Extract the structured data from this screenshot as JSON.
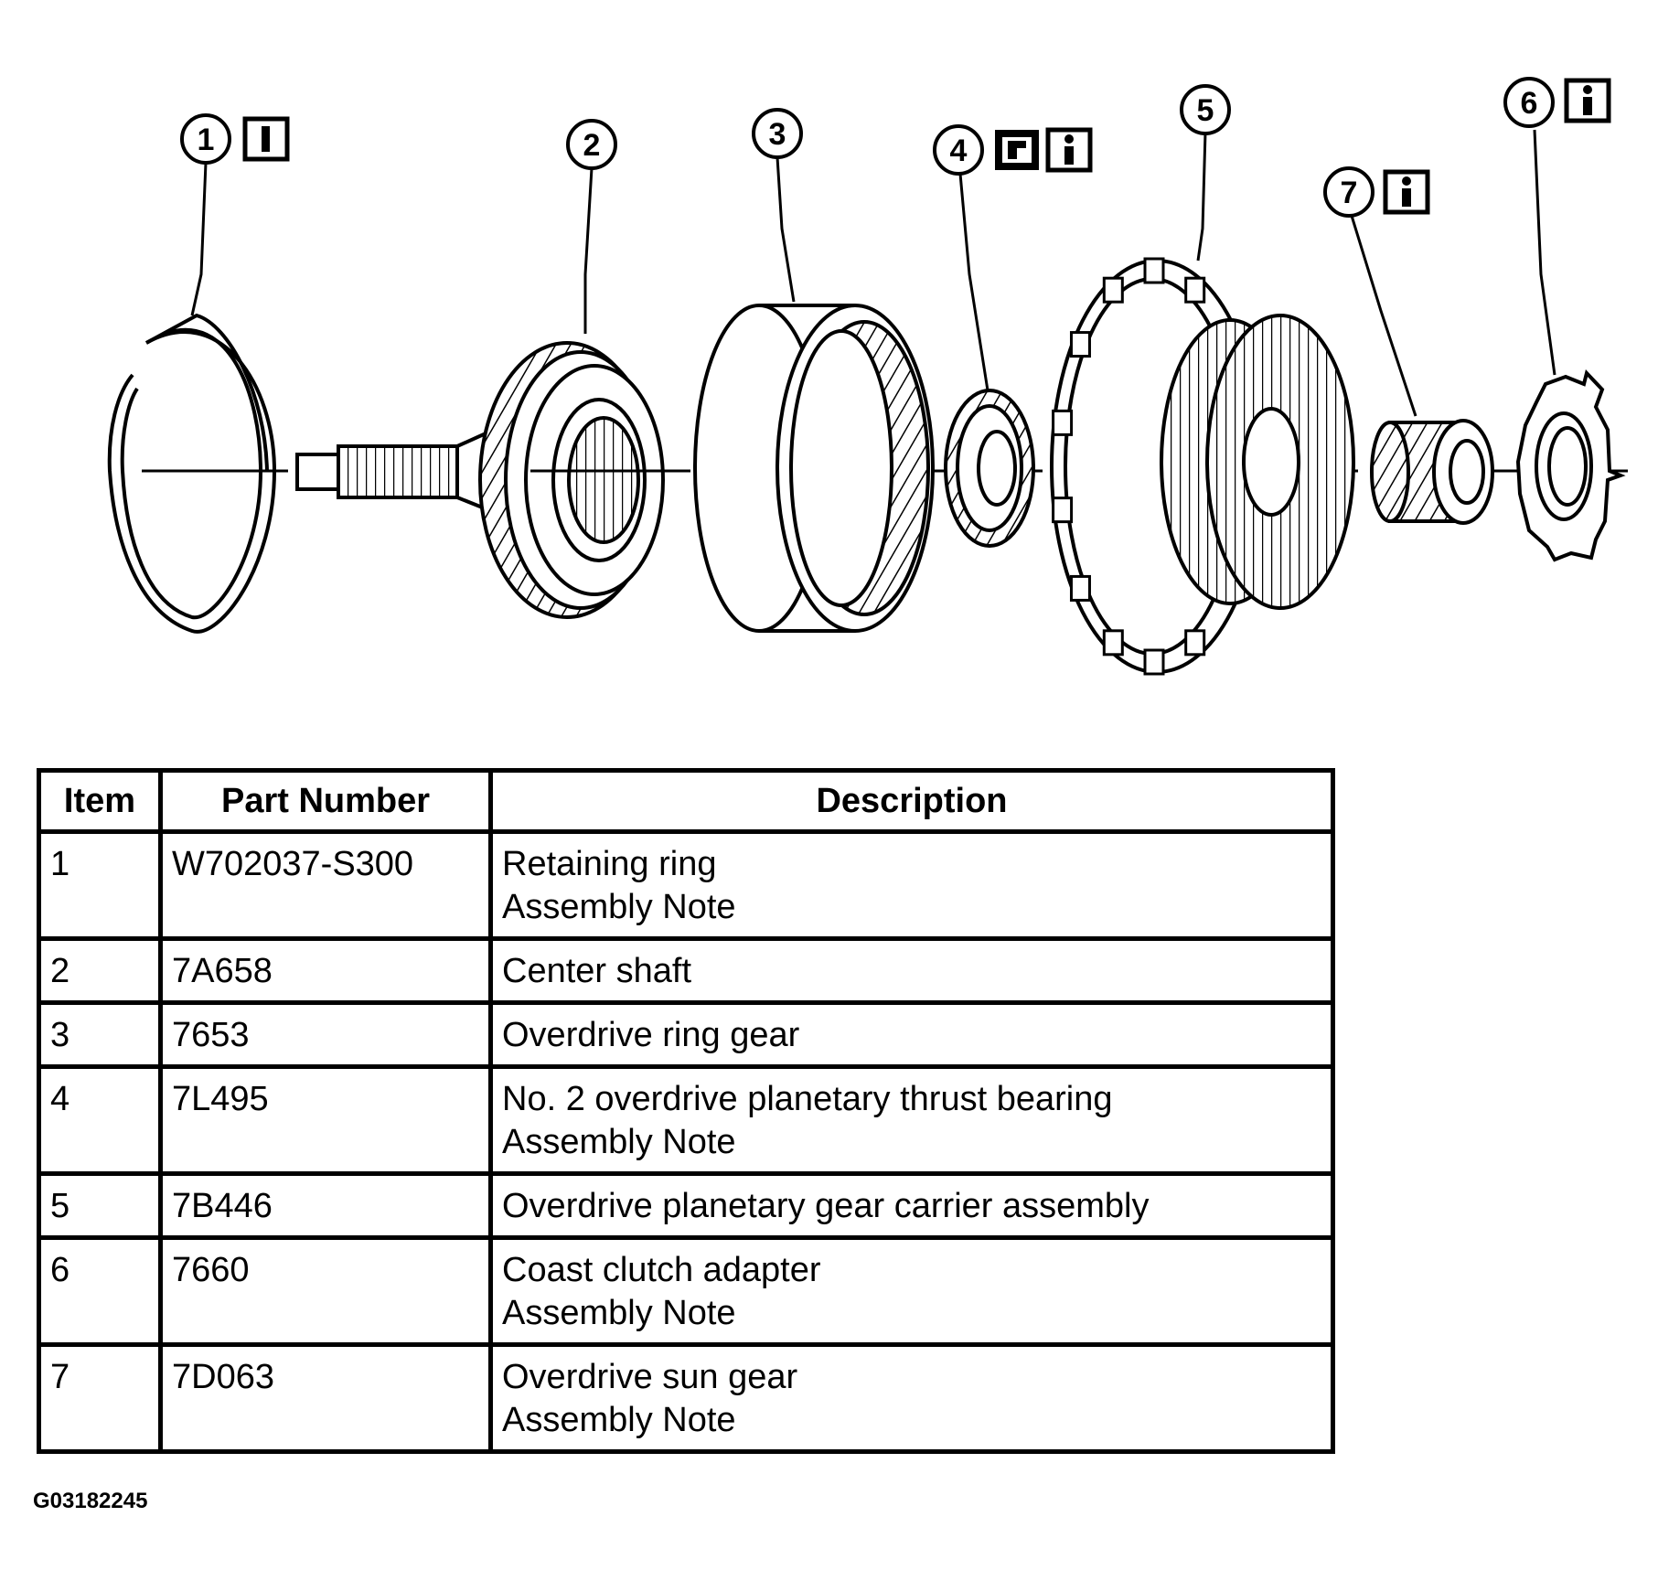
{
  "callouts": [
    "1",
    "2",
    "3",
    "4",
    "5",
    "6",
    "7"
  ],
  "icons": {
    "info": "info-icon",
    "special_tool": "special-tool-icon"
  },
  "table": {
    "headers": [
      "Item",
      "Part Number",
      "Description"
    ],
    "rows": [
      {
        "item": "1",
        "part_number": "W702037-S300",
        "description": "Retaining ring",
        "note": "Assembly Note"
      },
      {
        "item": "2",
        "part_number": "7A658",
        "description": "Center shaft",
        "note": ""
      },
      {
        "item": "3",
        "part_number": "7653",
        "description": "Overdrive ring gear",
        "note": ""
      },
      {
        "item": "4",
        "part_number": "7L495",
        "description": "No. 2 overdrive planetary thrust bearing",
        "note": "Assembly Note"
      },
      {
        "item": "5",
        "part_number": "7B446",
        "description": "Overdrive planetary gear carrier assembly",
        "note": ""
      },
      {
        "item": "6",
        "part_number": "7660",
        "description": "Coast clutch adapter",
        "note": "Assembly Note"
      },
      {
        "item": "7",
        "part_number": "7D063",
        "description": "Overdrive sun gear",
        "note": "Assembly Note"
      }
    ]
  },
  "figure_id": "G03182245"
}
